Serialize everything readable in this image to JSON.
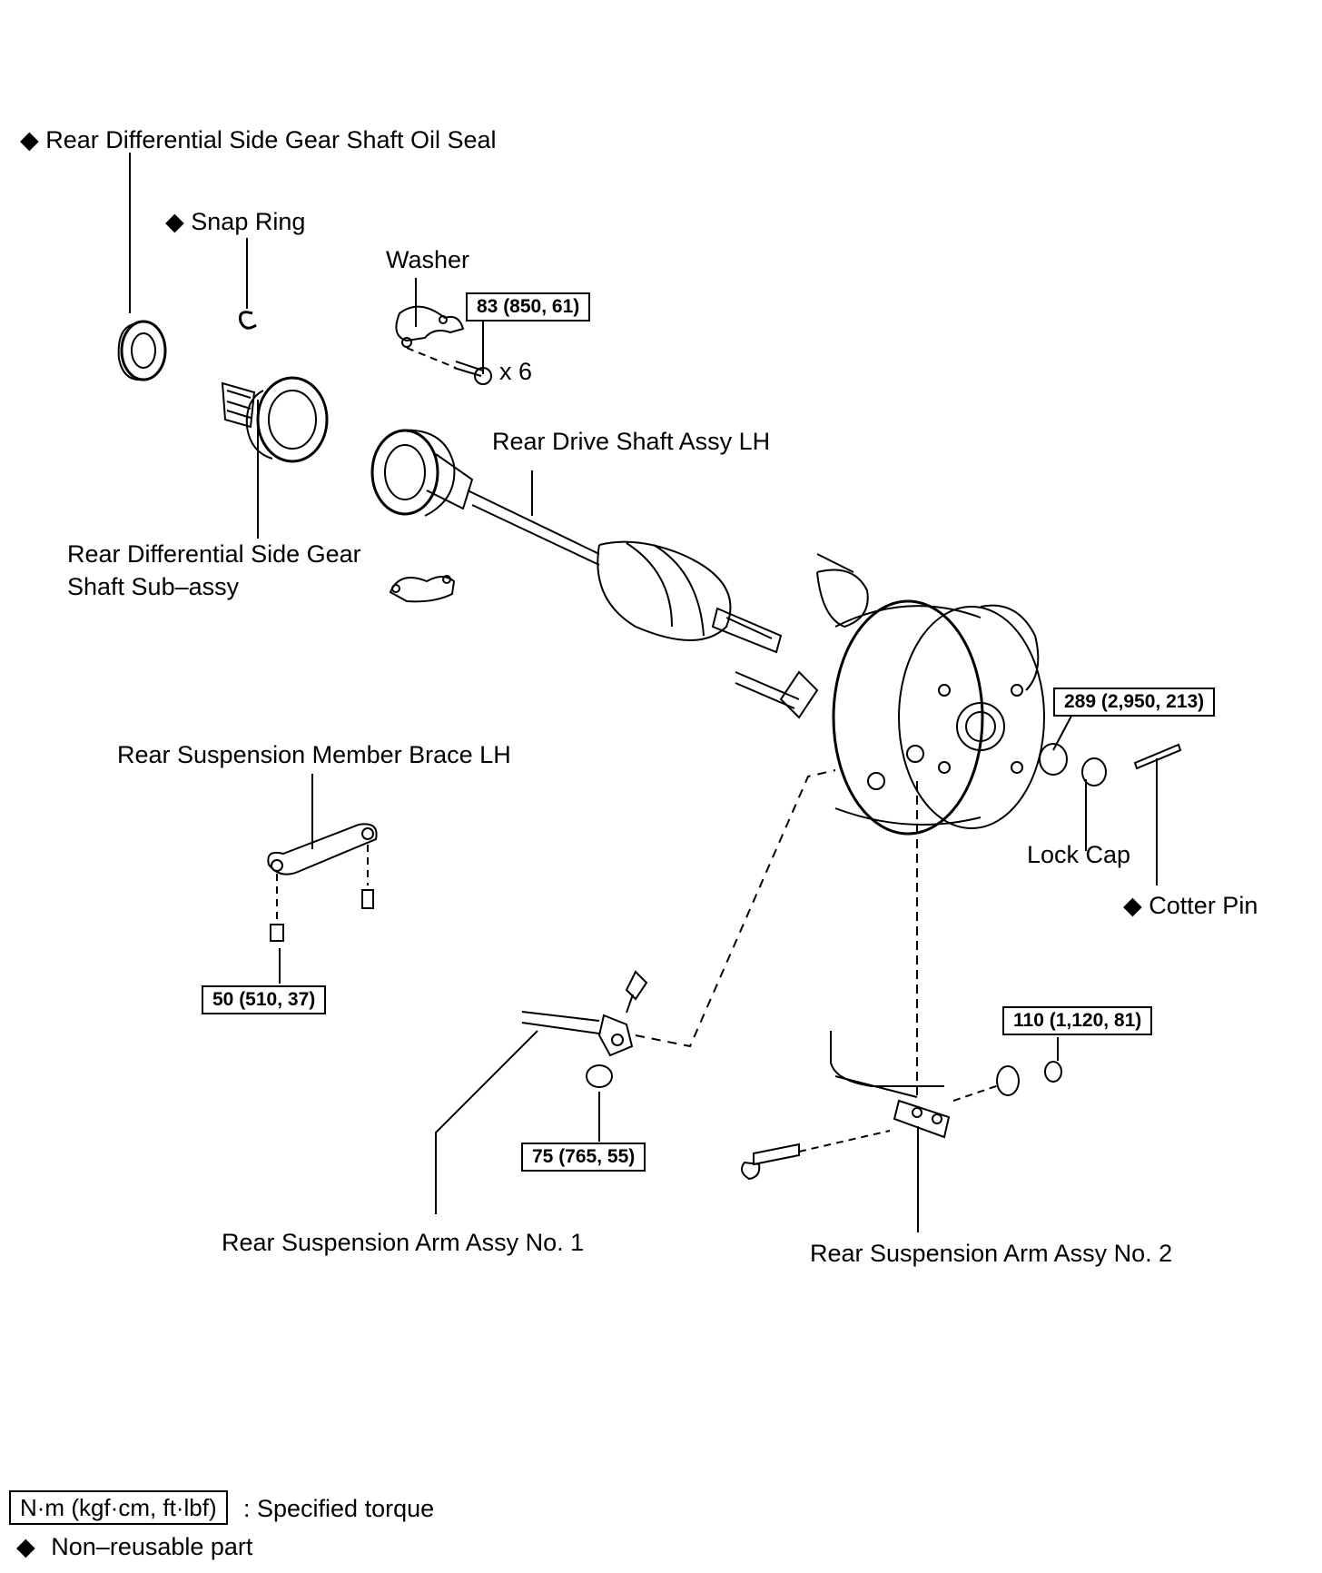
{
  "labels": {
    "oil_seal": "Rear Differential Side Gear Shaft Oil Seal",
    "snap_ring": "Snap Ring",
    "washer": "Washer",
    "washer_qty": "x 6",
    "drive_shaft": "Rear Drive Shaft Assy LH",
    "side_gear_line1": "Rear  Differential  Side  Gear",
    "side_gear_line2": "Shaft Sub–assy",
    "member_brace": "Rear Suspension Member Brace LH",
    "lock_cap": "Lock Cap",
    "cotter_pin": "Cotter Pin",
    "arm_no1": "Rear Suspension Arm Assy No. 1",
    "arm_no2": "Rear Suspension Arm Assy No. 2"
  },
  "torques": {
    "washer_bolt": "83 (850, 61)",
    "hub_nut": "289 (2,950, 213)",
    "brace_bolt": "50  (510, 37)",
    "arm1_nut": "75 (765, 55)",
    "arm2_nut": "110 (1,120, 81)"
  },
  "legend": {
    "torque_unit": "N·m (kgf·cm, ft·lbf)",
    "torque_desc": ": Specified torque",
    "nonreusable": "Non–reusable part"
  },
  "symbols": {
    "nonreusable_marker": "◆"
  }
}
